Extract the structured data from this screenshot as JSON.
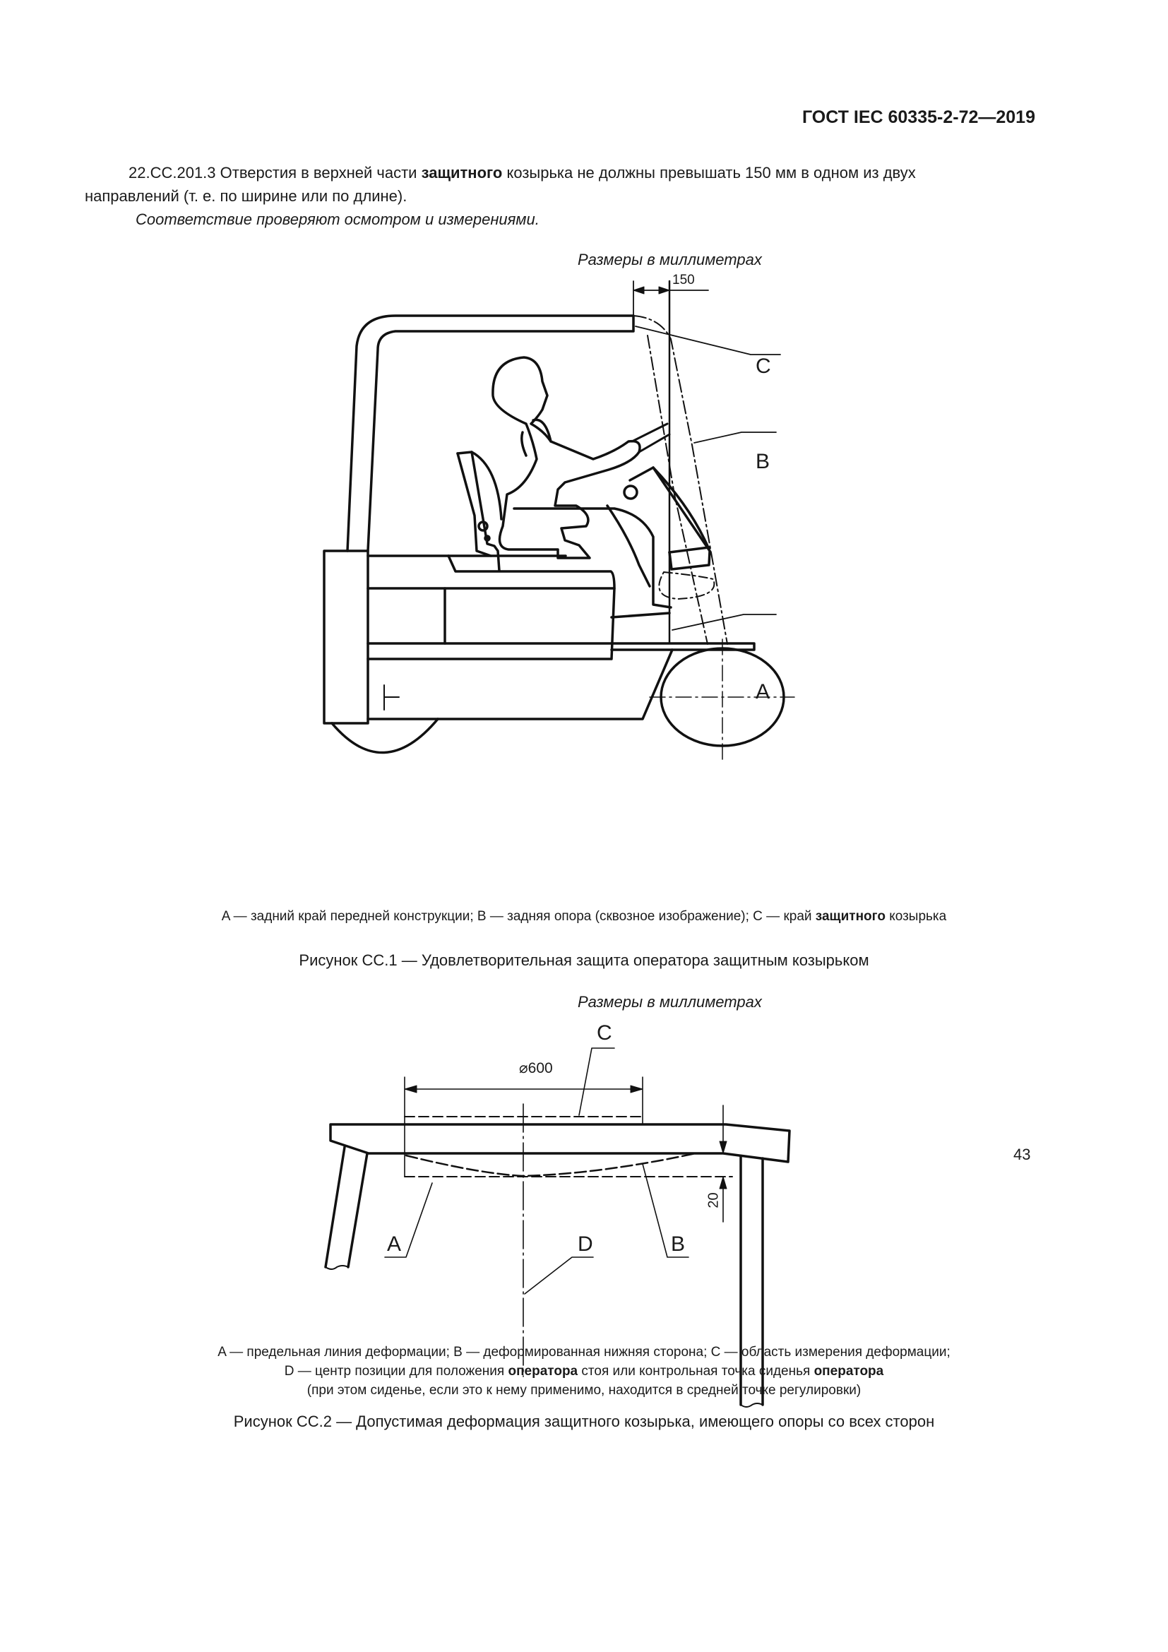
{
  "header": {
    "standard": "ГОСТ IEC 60335-2-72—2019"
  },
  "paragraph": {
    "line1_pre": "22.CC.201.3 Отверстия в верхней части ",
    "line1_bold": "защитного",
    "line1_post": " козырька не должны превышать 150 мм в одном из двух",
    "line2": "направлений (т. е. по ширине или по длине).",
    "compliance": "Соответствие проверяют осмотром и измерениями."
  },
  "figure1": {
    "units_note": "Размеры в миллиметрах",
    "dimension": "150",
    "labels": {
      "a": "A",
      "b": "B",
      "c": "C"
    },
    "legend_pre": "A — задний край передней конструкции; B — задняя опора (сквозное изображение); C — край ",
    "legend_bold": "защитного",
    "legend_post": " козырька",
    "caption": "Рисунок CC.1 — Удовлетворительная защита оператора защитным козырьком"
  },
  "figure2": {
    "units_note": "Размеры в миллиметрах",
    "diameter": "⌀600",
    "deflection": "20",
    "labels": {
      "a": "A",
      "b": "B",
      "c": "C",
      "d": "D"
    },
    "legend_line1": "A — предельная линия деформации; B — деформированная нижняя сторона; C — область измерения деформации;",
    "legend_line2_pre": "D — центр позиции для положения ",
    "legend_line2_bold1": "оператора",
    "legend_line2_mid": " стоя или контрольная точка сиденья ",
    "legend_line2_bold2": "оператора",
    "legend_line3": "(при этом сиденье, если это к нему применимо, находится в средней точке регулировки)",
    "caption": "Рисунок CC.2 — Допустимая деформация защитного козырька, имеющего опоры со всех сторон"
  },
  "page_number": "43"
}
